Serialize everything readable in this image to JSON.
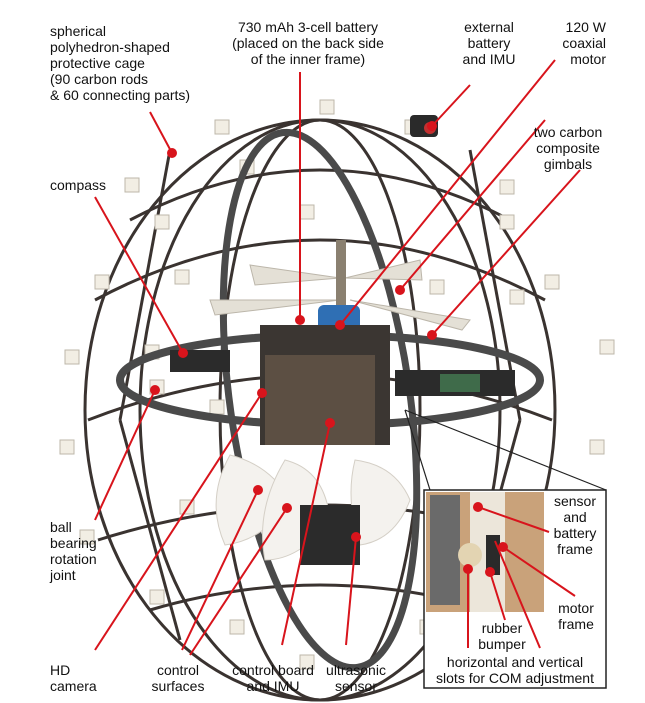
{
  "labels": {
    "cage": "spherical\npolyhedron-shaped\nprotective cage\n(90 carbon rods\n& 60 connecting parts)",
    "battery": "730 mAh 3-cell battery\n(placed on the back side\nof the inner frame)",
    "ext_battery": "external\nbattery\nand IMU",
    "motor": "120 W\ncoaxial\nmotor",
    "gimbals": "two carbon\ncomposite\ngimbals",
    "compass": "compass",
    "ball_bearing": "ball\nbearing\nrotation\njoint",
    "hd_camera": "HD\ncamera",
    "control_surfaces": "control\nsurfaces",
    "control_board": "control board\nand IMU",
    "ultrasonic": "ultrasonic\nsensor",
    "sensor_frame": "sensor\nand\nbattery\nframe",
    "motor_frame": "motor\nframe",
    "rubber_bumper": "rubber\nbumper",
    "slots": "horizontal and vertical\nslots for COM adjustment"
  },
  "colors": {
    "leader": "#d8141c",
    "rod": "#3a3330",
    "joint": "#f2eee4",
    "ring": "#4a4a4a"
  }
}
